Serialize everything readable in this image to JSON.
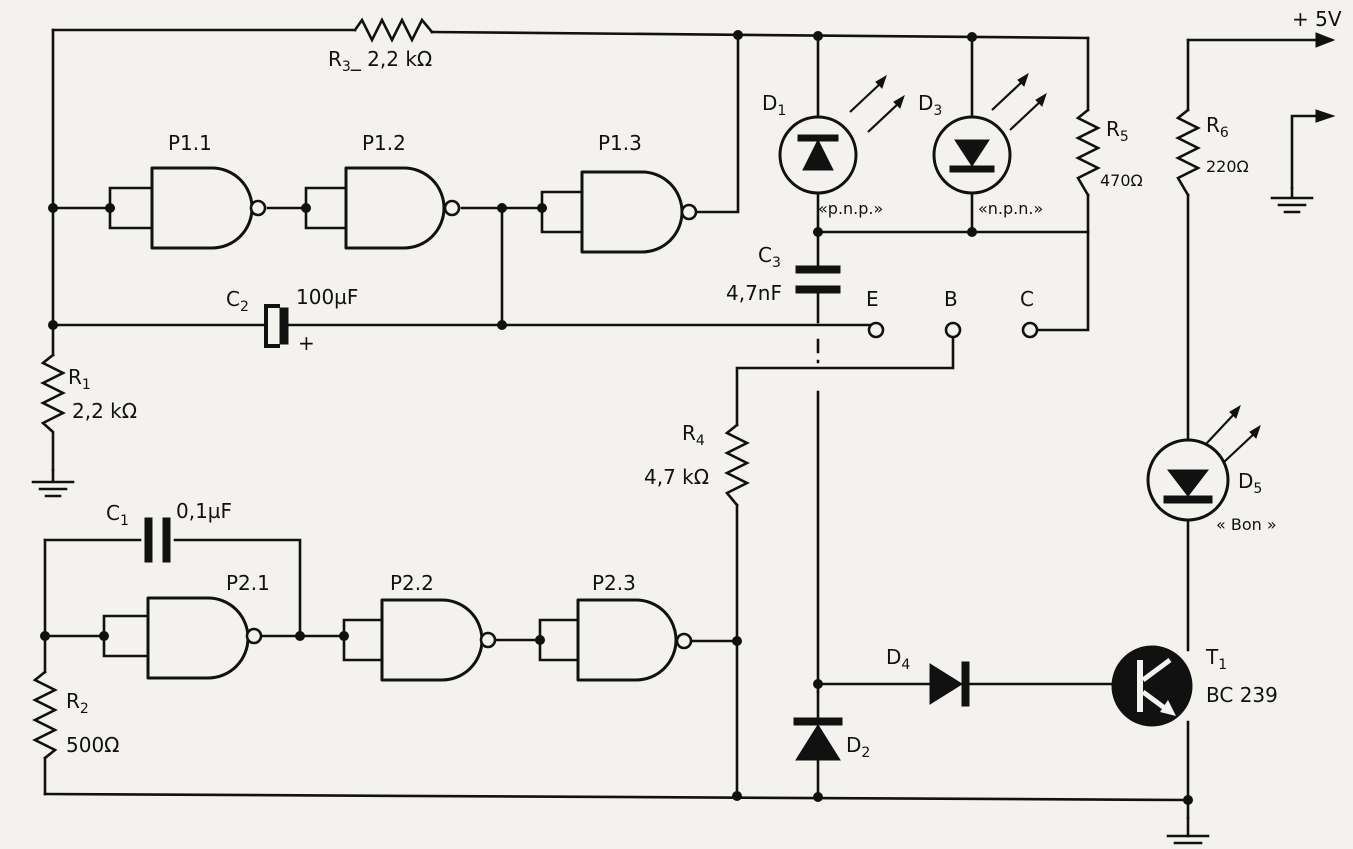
{
  "supply": "+ 5V",
  "gates": {
    "p11": "P1.1",
    "p12": "P1.2",
    "p13": "P1.3",
    "p21": "P2.1",
    "p22": "P2.2",
    "p23": "P2.3"
  },
  "resistors": {
    "r1": {
      "name": "R",
      "sub": "1",
      "value": "2,2 kΩ"
    },
    "r2": {
      "name": "R",
      "sub": "2",
      "value": "500Ω"
    },
    "r3": {
      "name": "R",
      "sub": "3",
      "value": "_ 2,2 kΩ"
    },
    "r4": {
      "name": "R",
      "sub": "4",
      "value": "4,7 kΩ"
    },
    "r5": {
      "name": "R",
      "sub": "5",
      "value": "470Ω"
    },
    "r6": {
      "name": "R",
      "sub": "6",
      "value": "220Ω"
    }
  },
  "capacitors": {
    "c1": {
      "name": "C",
      "sub": "1",
      "value": "0,1µF"
    },
    "c2": {
      "name": "C",
      "sub": "2",
      "value": "100µF",
      "polarity": "+"
    },
    "c3": {
      "name": "C",
      "sub": "3",
      "value": "4,7nF"
    }
  },
  "diodes": {
    "d1": {
      "name": "D",
      "sub": "1",
      "note": "«p.n.p.»"
    },
    "d2": {
      "name": "D",
      "sub": "2"
    },
    "d3": {
      "name": "D",
      "sub": "3",
      "note": "«n.p.n.»"
    },
    "d4": {
      "name": "D",
      "sub": "4"
    },
    "d5": {
      "name": "D",
      "sub": "5",
      "note": "« Bon »"
    }
  },
  "transistor": {
    "name": "T",
    "sub": "1",
    "type": "BC 239"
  },
  "terminals": {
    "e": "E",
    "b": "B",
    "c": "C"
  }
}
